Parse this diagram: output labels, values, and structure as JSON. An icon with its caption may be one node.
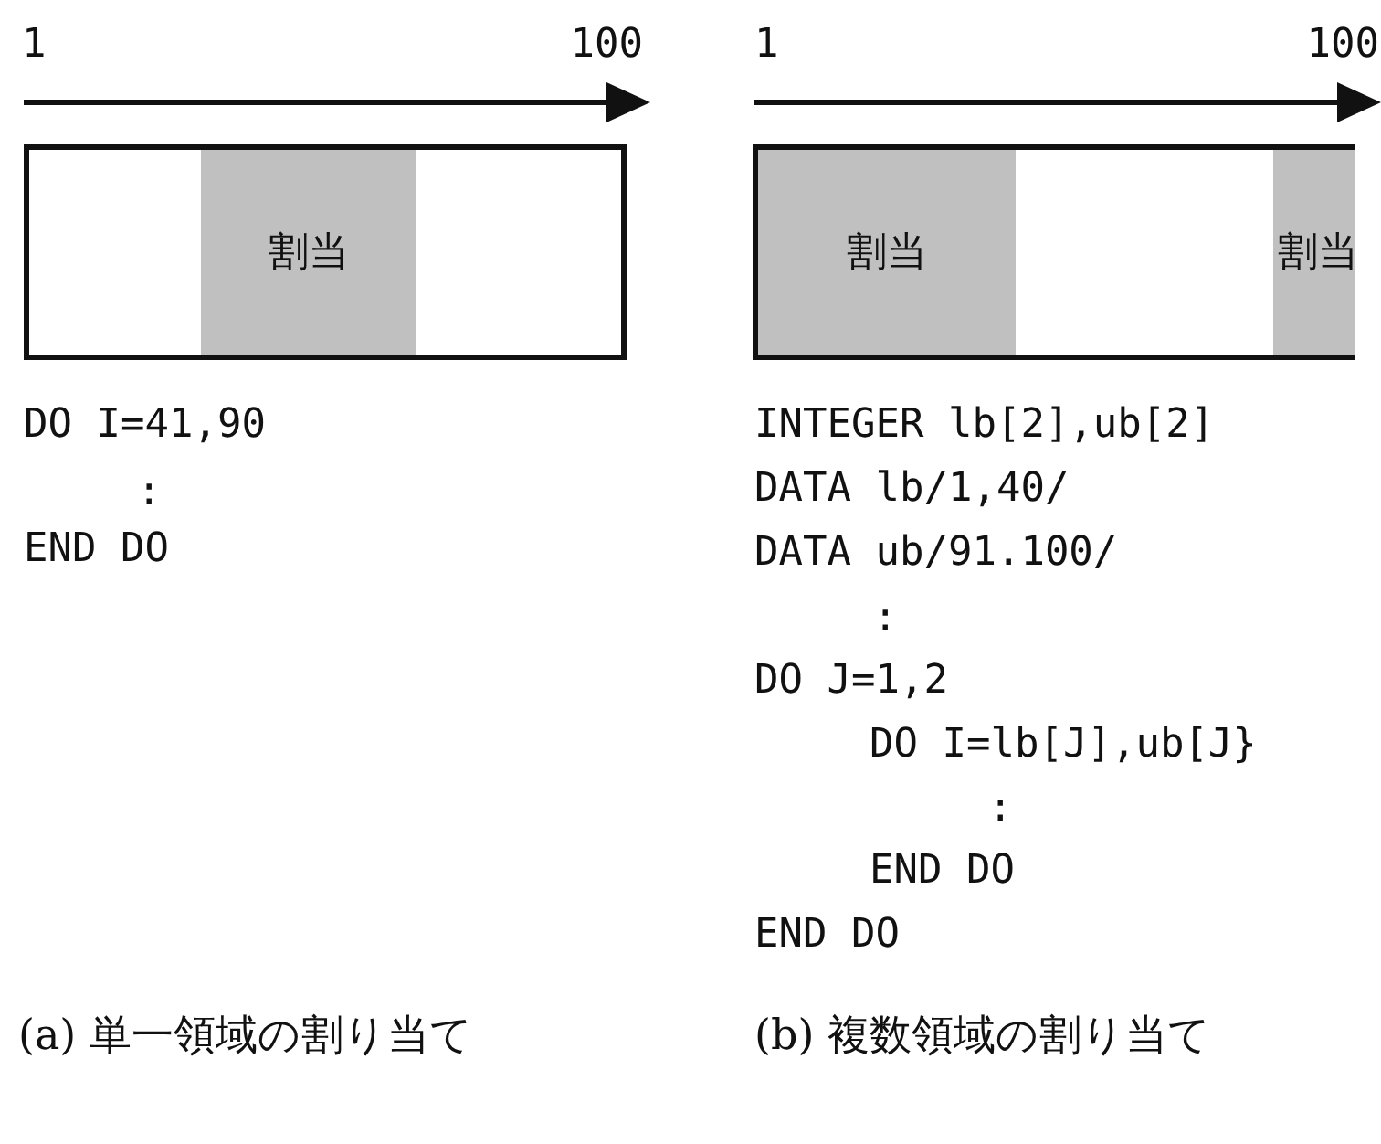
{
  "diagram": {
    "nodes": [
      {
        "text": [],
        "shape": "bar"
      },
      {
        "text": [
          "割当"
        ],
        "in": 0
      },
      {
        "text": [],
        "shape": "bar"
      },
      {
        "text": [
          "割当"
        ],
        "in": 2
      },
      {
        "text": [
          "割当"
        ],
        "in": 2
      }
    ],
    "labels": [
      "1",
      "100",
      "1",
      "100",
      "DO I=41,90",
      ":",
      "END DO",
      "INTEGER lb[2],ub[2]",
      "DATA lb/1,40/",
      "DATA ub/91.100/",
      ":",
      "DO J=1,2",
      "DO I=lb[J],ub[J}",
      ":",
      "END DO",
      "END DO",
      "(a) 単一領域の割り当て",
      "(b) 複数領域の割り当て"
    ]
  }
}
